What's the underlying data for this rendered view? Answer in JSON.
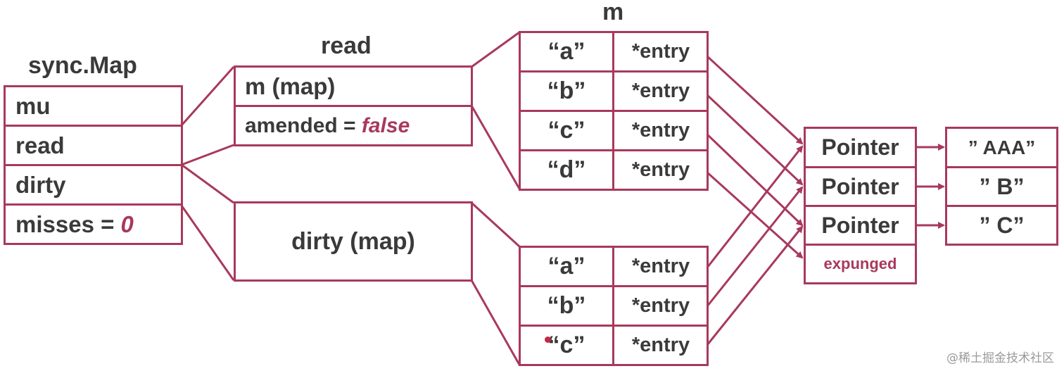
{
  "syncmap": {
    "title": "sync.Map",
    "fields": [
      {
        "label": "mu"
      },
      {
        "label": "read"
      },
      {
        "label": "dirty"
      },
      {
        "label": "misses = ",
        "value": "0"
      }
    ]
  },
  "read": {
    "title": "read",
    "m_label": "m (map)",
    "amended_label": "amended = ",
    "amended_value": "false"
  },
  "dirty": {
    "label": "dirty (map)"
  },
  "read_map": {
    "title": "m",
    "rows": [
      {
        "key": "“a”",
        "val": "*entry"
      },
      {
        "key": "“b”",
        "val": "*entry"
      },
      {
        "key": "“c”",
        "val": "*entry"
      },
      {
        "key": "“d”",
        "val": "*entry"
      }
    ]
  },
  "dirty_map": {
    "rows": [
      {
        "key": "“a”",
        "val": "*entry"
      },
      {
        "key": "“b”",
        "val": "*entry"
      },
      {
        "key": "“c”",
        "val": "*entry"
      }
    ]
  },
  "pointers": [
    {
      "label": "Pointer"
    },
    {
      "label": "Pointer"
    },
    {
      "label": "Pointer"
    },
    {
      "label": "expunged"
    }
  ],
  "values": [
    {
      "label": "” AAA”"
    },
    {
      "label": "” B”"
    },
    {
      "label": "” C”"
    }
  ],
  "watermark": "@稀土掘金技术社区",
  "colors": {
    "accent": "#a8395c",
    "text": "#3a3a3a"
  }
}
